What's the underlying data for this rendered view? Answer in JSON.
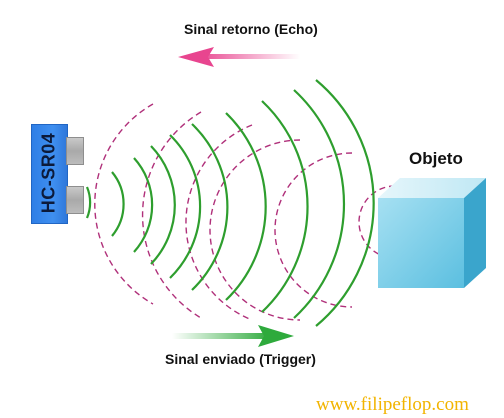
{
  "labels": {
    "return_signal": "Sinal retorno (Echo)",
    "sent_signal": "Sinal enviado (Trigger)",
    "object": "Objeto",
    "sensor": "HC-SR04",
    "watermark": "www.filipeflop.com"
  },
  "colors": {
    "sent_wave": "#2e9e2e",
    "echo_wave": "#b0307a",
    "arrow_return": "#e8458f",
    "arrow_sent": "#2eaa3c",
    "sensor_body": "#3f8ff0",
    "cube": "#7fd0ea",
    "watermark": "#f2b400"
  },
  "icons": {
    "sensor": "ultrasonic-sensor-icon",
    "object": "cube-icon",
    "return_arrow": "arrow-left-icon",
    "sent_arrow": "arrow-right-icon"
  }
}
